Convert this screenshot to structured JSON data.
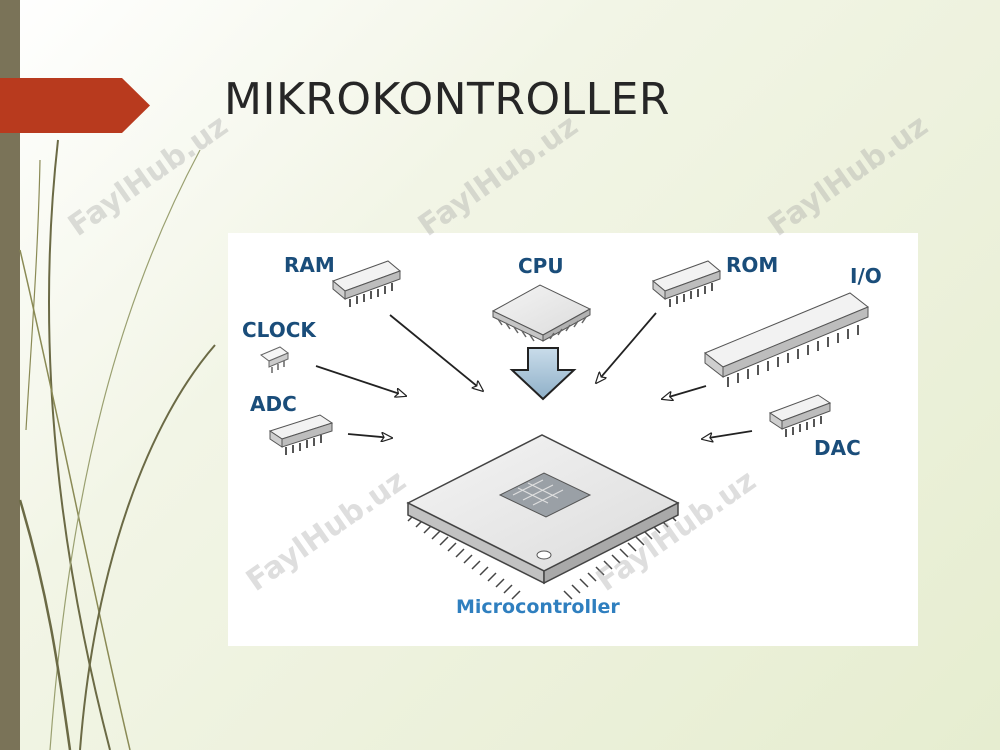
{
  "slide": {
    "title": "MIKROKONTROLLER",
    "accent_color": "#b83a1e",
    "sidebar_color": "#7a7358"
  },
  "diagram": {
    "components": {
      "ram": "RAM",
      "cpu": "CPU",
      "rom": "ROM",
      "io": "I/O",
      "clock": "CLOCK",
      "adc": "ADC",
      "dac": "DAC"
    },
    "center_label": "Microcontroller",
    "label_color": "#1a4d7a",
    "center_label_color": "#2f7fbf"
  },
  "watermark": {
    "text": "FaylHub.uz"
  }
}
